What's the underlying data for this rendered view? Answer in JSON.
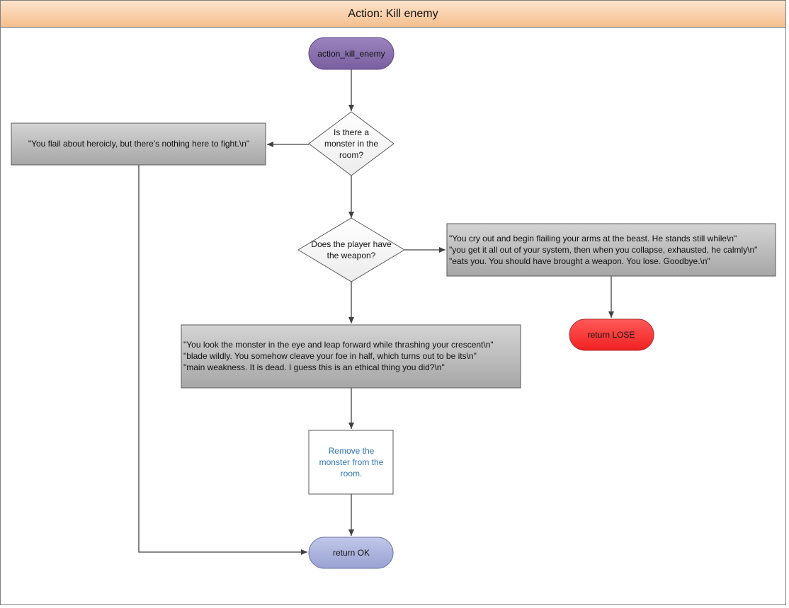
{
  "title": "Action: Kill enemy",
  "nodes": {
    "start": "action_kill_enemy",
    "q_monster": [
      "Is there a",
      "monster in the",
      "room?"
    ],
    "no_monster_msg": "\"You flail about heroicly, but there's nothing here to fight.\\n\"",
    "q_weapon": [
      "Does the player have",
      "the weapon?"
    ],
    "lose_msg": [
      "\"You cry out and begin flailing your arms at the beast. He stands still while\\n\"",
      "\"you get it all out of your system, then when you collapse, exhausted, he calmly\\n\"",
      "\"eats you. You should have brought a weapon. You lose. Goodbye.\\n\""
    ],
    "return_lose": "return LOSE",
    "win_msg": [
      "\"You look the monster in the eye and leap forward while thrashing your crescent\\n\"",
      "\"blade wildly. You somehow cleave your foe in half, which turns out to be its\\n\"",
      "\"main weakness. It is dead. I guess this is an ethical thing you did?\\n\""
    ],
    "remove_monster": [
      "Remove the",
      "monster from the",
      "room."
    ],
    "return_ok": "return OK"
  },
  "colors": {
    "start_fill": "#8064a2",
    "msg_fill": "#a6a6a6",
    "lose_fill": "#ff3333",
    "ok_fill": "#a4acd8",
    "process_text": "#2e75b6"
  }
}
